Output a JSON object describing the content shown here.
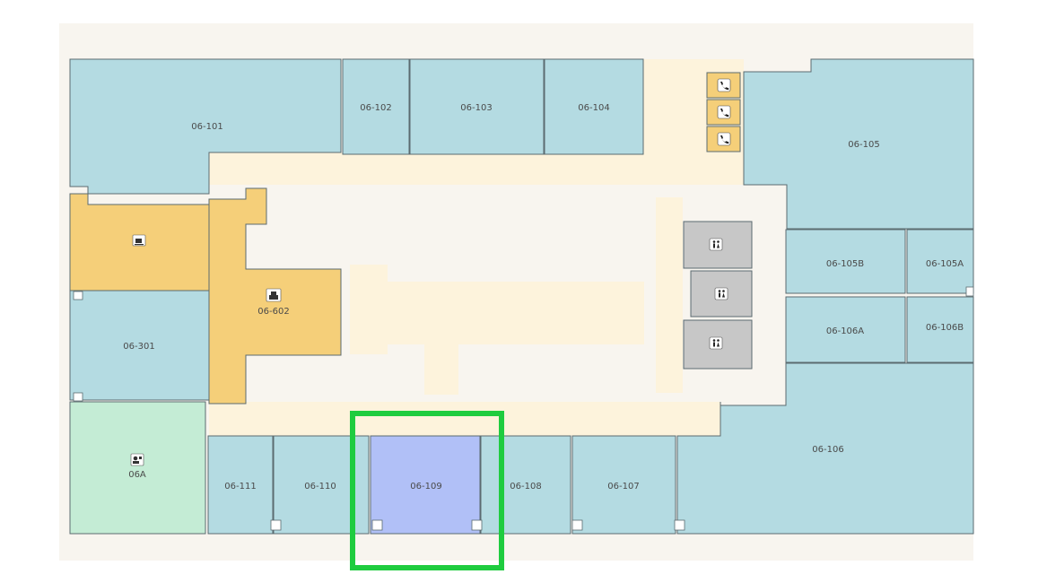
{
  "floor_plan": {
    "colors": {
      "office": "#b4dbe2",
      "amenity": "#f5cf79",
      "restroom": "#c7c7c7",
      "lobby": "#c4ecd5",
      "selected": "#b1c0f7",
      "corridor": "#fdf3dc",
      "open_floor": "#f8f5ef",
      "highlight": "#1fcc3f"
    },
    "rooms": {
      "r101": "06-101",
      "r102": "06-102",
      "r103": "06-103",
      "r104": "06-104",
      "r105": "06-105",
      "r105b": "06-105B",
      "r105a": "06-105A",
      "r106a": "06-106A",
      "r106b": "06-106B",
      "r106": "06-106",
      "r107": "06-107",
      "r108": "06-108",
      "r109": "06-109",
      "r110": "06-110",
      "r111": "06-111",
      "r301": "06-301",
      "r602": "06-602",
      "r06a": "06A"
    },
    "icons": {
      "kitchen": "coffee-cup-icon",
      "print": "printer-icon",
      "phone": "phone-icon",
      "restroom": "restroom-icon",
      "lobby": "reception-icon"
    },
    "selected_room": "06-109"
  }
}
